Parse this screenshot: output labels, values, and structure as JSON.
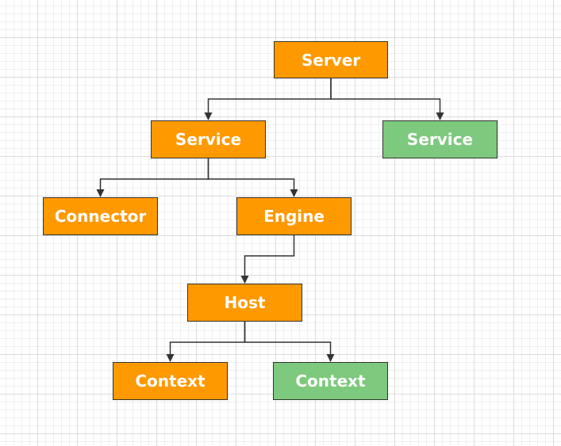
{
  "colors": {
    "orange": "#ff9900",
    "green": "#7dc97d",
    "border": "#333333",
    "edge": "#333333"
  },
  "nodes": {
    "server": {
      "label": "Server",
      "color": "orange"
    },
    "service_1": {
      "label": "Service",
      "color": "orange"
    },
    "service_2": {
      "label": "Service",
      "color": "green"
    },
    "connector": {
      "label": "Connector",
      "color": "orange"
    },
    "engine": {
      "label": "Engine",
      "color": "orange"
    },
    "host": {
      "label": "Host",
      "color": "orange"
    },
    "context_1": {
      "label": "Context",
      "color": "orange"
    },
    "context_2": {
      "label": "Context",
      "color": "green"
    }
  },
  "edges": [
    {
      "from": "server",
      "to": "service_1"
    },
    {
      "from": "server",
      "to": "service_2"
    },
    {
      "from": "service_1",
      "to": "connector"
    },
    {
      "from": "service_1",
      "to": "engine"
    },
    {
      "from": "engine",
      "to": "host"
    },
    {
      "from": "host",
      "to": "context_1"
    },
    {
      "from": "host",
      "to": "context_2"
    }
  ]
}
